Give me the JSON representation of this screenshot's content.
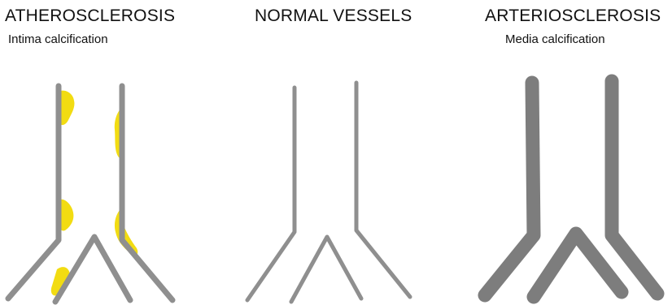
{
  "panels": [
    {
      "title": "ATHEROSCLEROSIS",
      "subtitle": "Intima calcification"
    },
    {
      "title": "NORMAL VESSELS",
      "subtitle": ""
    },
    {
      "title": "ARTERIOSCLEROSIS",
      "subtitle": "Media calcification"
    }
  ],
  "colors": {
    "vessel_wall": "#8f8f8f",
    "thick_vessel_wall": "#7d7d7d",
    "calcification": "#f2dc12",
    "background": "#ffffff"
  }
}
